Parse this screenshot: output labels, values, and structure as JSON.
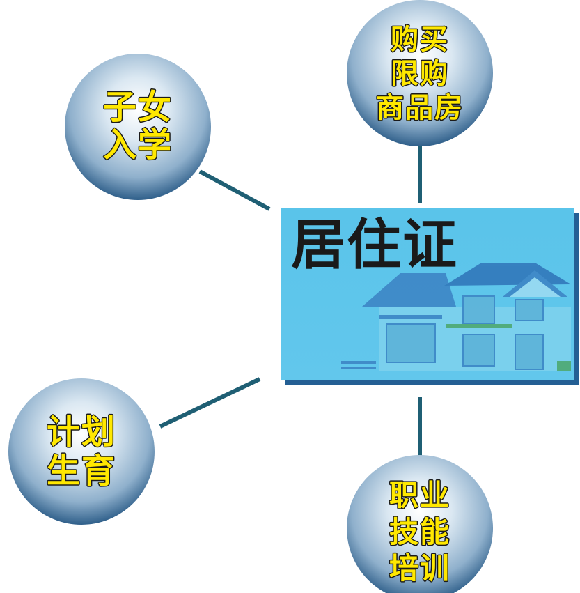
{
  "center": {
    "title": "居住证",
    "background": "#5cc6ea",
    "shadow": "#245f94"
  },
  "nodes": [
    {
      "id": "buy-house",
      "lines": [
        "购买",
        "限购",
        "商品房"
      ]
    },
    {
      "id": "education",
      "lines": [
        "子女",
        "入学"
      ]
    },
    {
      "id": "family-planning",
      "lines": [
        "计划",
        "生育"
      ]
    },
    {
      "id": "job-training",
      "lines": [
        "职业",
        "技能",
        "培训"
      ]
    }
  ],
  "colors": {
    "text_fill": "#ffe800",
    "text_outline": "#1a1a1a",
    "connector": "#1f5f74",
    "bubble_light": "#e8f2fa",
    "bubble_dark": "#2f5f8a"
  }
}
